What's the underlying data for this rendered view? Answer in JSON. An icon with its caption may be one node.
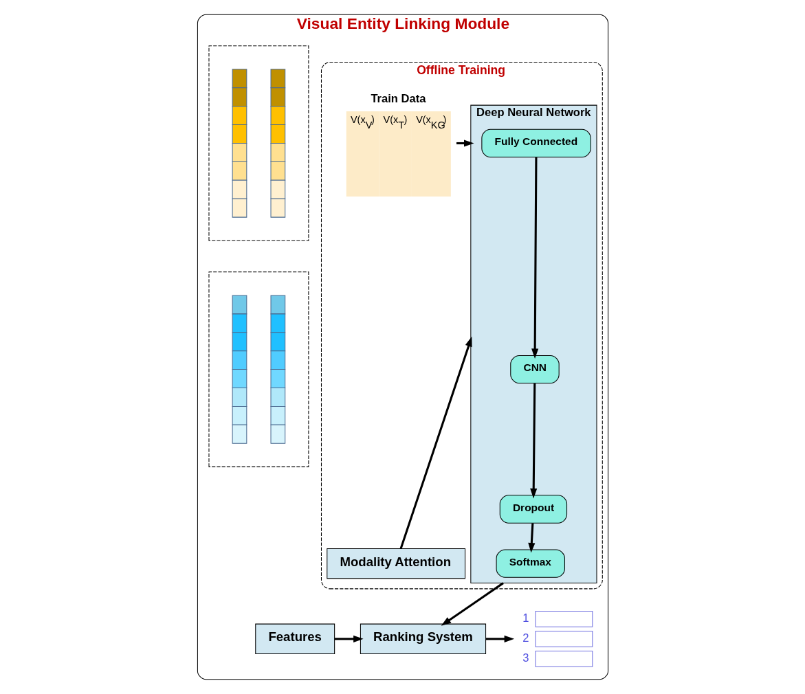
{
  "diagram": {
    "nodes": [
      {
        "text": [
          "Visual Entity Linking Module"
        ]
      },
      {
        "text": [],
        "shape": "picture",
        "in": 0
      },
      {
        "text": [],
        "shape": "picture",
        "in": 0
      },
      {
        "text": [
          "Offline Training"
        ],
        "in": 0
      },
      {
        "text": [
          "Train Data",
          "V(x$_{V}$)",
          "V(x$_{T}$)",
          "V(x$_{KG}$)"
        ],
        "in": 3
      },
      {
        "text": [
          "Deep Neural Network"
        ],
        "in": 3
      },
      {
        "text": [
          "Fully Connected"
        ],
        "in": 5
      },
      {
        "text": [
          "CNN"
        ],
        "in": 5
      },
      {
        "text": [
          "Dropout"
        ],
        "in": 5
      },
      {
        "text": [
          "Softmax"
        ],
        "in": 5
      },
      {
        "text": [
          "Modality Attention"
        ],
        "in": 3
      },
      {
        "text": [
          "Features"
        ],
        "in": 0
      },
      {
        "text": [
          "Ranking System"
        ],
        "in": 0
      },
      {
        "text": [
          "1",
          "2",
          "3"
        ],
        "in": 0
      }
    ],
    "edges": [
      {
        "from": 4,
        "to": 5,
        "arrow": "to"
      },
      {
        "from": 6,
        "to": 7,
        "arrow": "to"
      },
      {
        "from": 7,
        "to": 8,
        "arrow": "to"
      },
      {
        "from": 8,
        "to": 9,
        "arrow": "to"
      },
      {
        "from": 10,
        "to": 5,
        "arrow": "to"
      },
      {
        "from": 5,
        "to": 12,
        "arrow": "to"
      },
      {
        "from": 11,
        "to": 12,
        "arrow": "to"
      },
      {
        "from": 12,
        "to": 13,
        "arrow": "to"
      }
    ]
  }
}
